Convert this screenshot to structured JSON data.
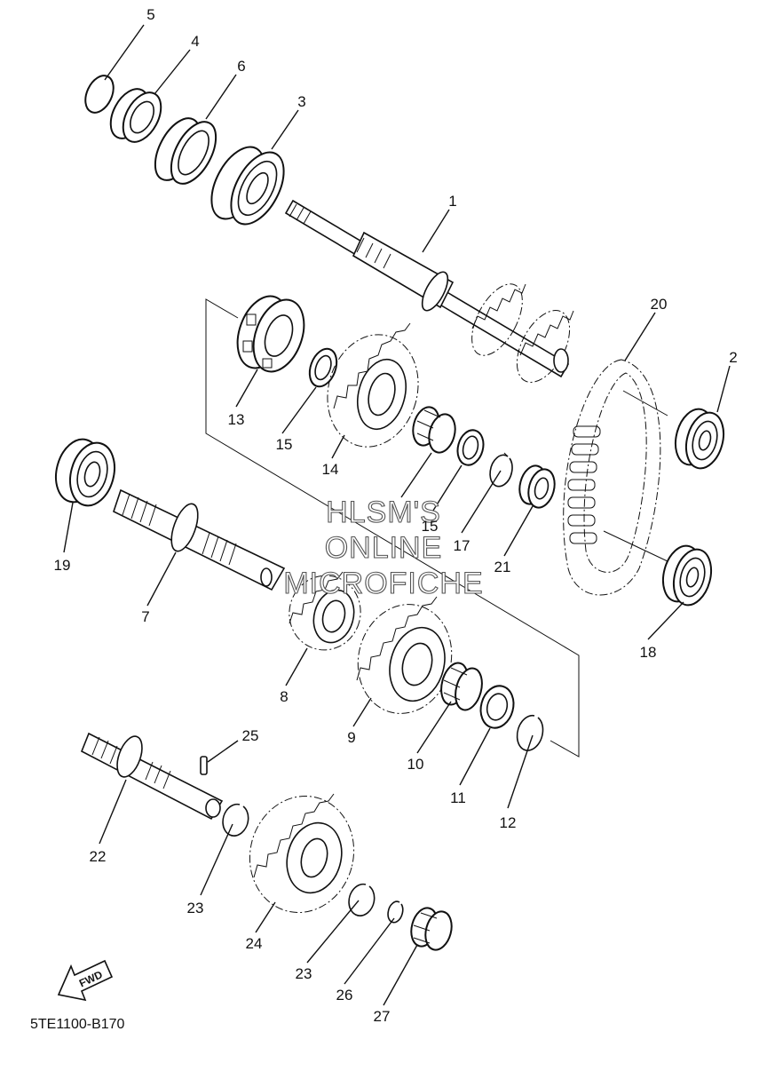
{
  "diagram": {
    "parts": [
      {
        "id": "p1",
        "label": "1"
      },
      {
        "id": "p2",
        "label": "2"
      },
      {
        "id": "p3",
        "label": "3"
      },
      {
        "id": "p4",
        "label": "4"
      },
      {
        "id": "p5",
        "label": "5"
      },
      {
        "id": "p6",
        "label": "6"
      },
      {
        "id": "p7",
        "label": "7"
      },
      {
        "id": "p8",
        "label": "8"
      },
      {
        "id": "p9",
        "label": "9"
      },
      {
        "id": "p10",
        "label": "10"
      },
      {
        "id": "p11",
        "label": "11"
      },
      {
        "id": "p12",
        "label": "12"
      },
      {
        "id": "p13",
        "label": "13"
      },
      {
        "id": "p14",
        "label": "14"
      },
      {
        "id": "p15a",
        "label": "15"
      },
      {
        "id": "p15b",
        "label": "15"
      },
      {
        "id": "p17",
        "label": "17"
      },
      {
        "id": "p18",
        "label": "18"
      },
      {
        "id": "p19",
        "label": "19"
      },
      {
        "id": "p20",
        "label": "20"
      },
      {
        "id": "p21",
        "label": "21"
      },
      {
        "id": "p22",
        "label": "22"
      },
      {
        "id": "p23a",
        "label": "23"
      },
      {
        "id": "p23b",
        "label": "23"
      },
      {
        "id": "p24",
        "label": "24"
      },
      {
        "id": "p25",
        "label": "25"
      },
      {
        "id": "p26",
        "label": "26"
      },
      {
        "id": "p27",
        "label": "27"
      }
    ],
    "watermark": [
      "HLSM'S",
      "ONLINE",
      "MICROFICHE"
    ],
    "fwd_label": "FWD",
    "drawing_code": "5TE1100-B170"
  }
}
